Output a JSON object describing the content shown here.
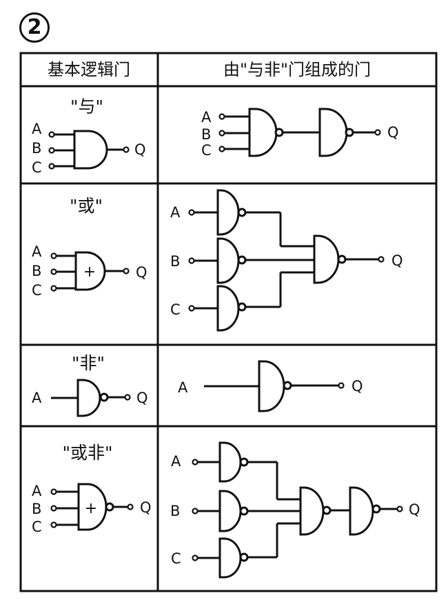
{
  "figure_number": "2",
  "headers": {
    "basic": "基本逻辑门",
    "nand": "由\"与非\"门组成的门"
  },
  "rows": [
    {
      "title": "\"与\"",
      "inputs": [
        "A",
        "B",
        "C"
      ],
      "output": "Q",
      "op": ""
    },
    {
      "title": "\"或\"",
      "inputs": [
        "A",
        "B",
        "C"
      ],
      "output": "Q",
      "op": "+"
    },
    {
      "title": "\"非\"",
      "inputs": [
        "A"
      ],
      "output": "Q",
      "op": ""
    },
    {
      "title": "\"或非\"",
      "inputs": [
        "A",
        "B",
        "C"
      ],
      "output": "Q",
      "op": "+"
    }
  ]
}
